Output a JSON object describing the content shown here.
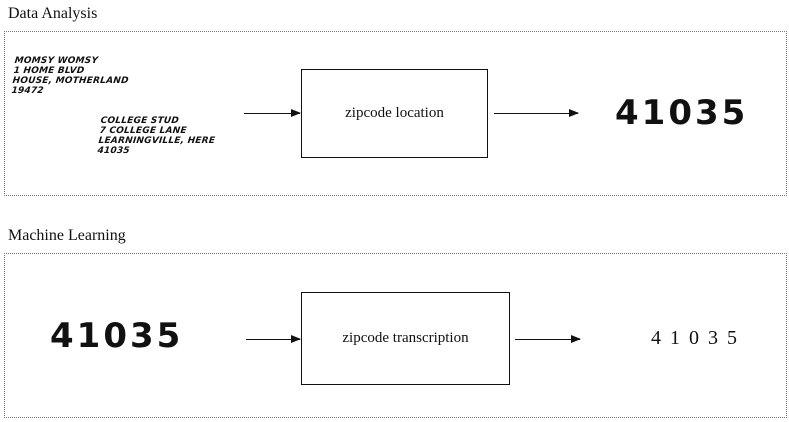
{
  "top_section": {
    "title": "Data Analysis",
    "envelope": {
      "sender_lines": [
        "MOMSY WOMSY",
        "1 HOME BLVD",
        "HOUSE, MOTHERLAND",
        "19472"
      ],
      "recipient_lines": [
        "COLLEGE STUD",
        "7 COLLEGE LANE",
        "LEARNINGVILLE, HERE",
        "41035"
      ]
    },
    "process_box": "zipcode location",
    "output": "41035"
  },
  "bottom_section": {
    "title": "Machine Learning",
    "input": "41035",
    "process_box": "zipcode transcription",
    "output": "4 1 0 3 5"
  }
}
